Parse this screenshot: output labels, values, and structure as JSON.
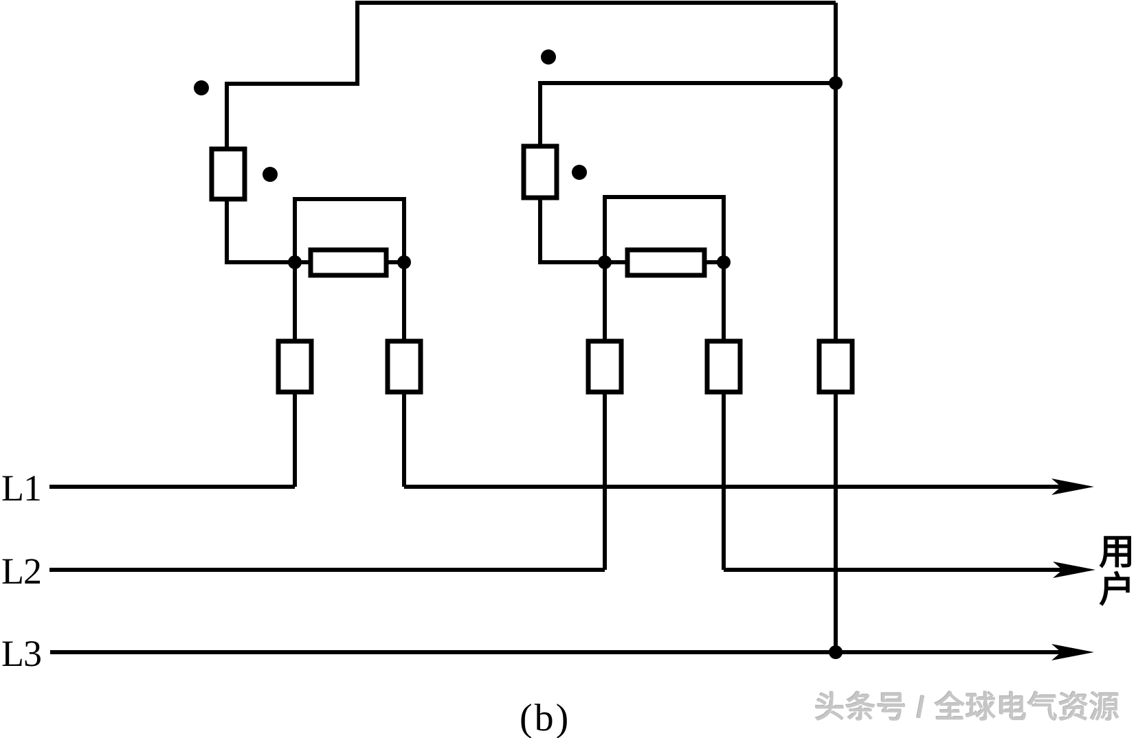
{
  "colors": {
    "line": "#000000",
    "background": "#ffffff",
    "watermark": "#c6c6c6"
  },
  "phases": [
    {
      "label": "L1"
    },
    {
      "label": "L2"
    },
    {
      "label": "L3"
    }
  ],
  "customer": {
    "text": "用户",
    "chars": [
      "用",
      "户"
    ]
  },
  "caption": {
    "text": "(b)"
  },
  "watermark": {
    "text": "头条号 / 全球电气资源"
  }
}
